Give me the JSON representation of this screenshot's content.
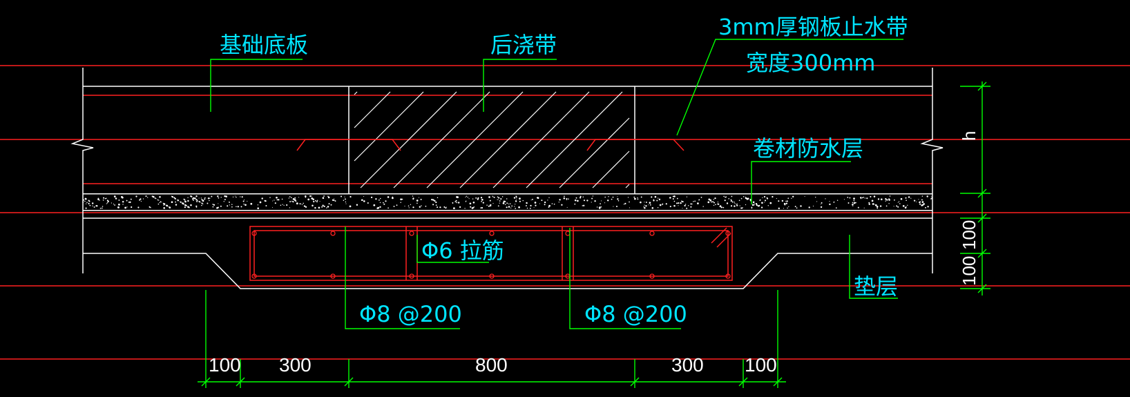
{
  "drawing": {
    "colors": {
      "background": "#000000",
      "outline": "#ffffff",
      "reinforcement": "#ff2020",
      "leader": "#00ff00",
      "label_text": "#00e5ff",
      "dimension": "#00ff00",
      "dimension_text": "#ffffff"
    },
    "labels": {
      "foundation_slab": "基础底板",
      "post_pour_strip": "后浇带",
      "steel_plate_line1": "3mm厚钢板止水带",
      "steel_plate_line2": "宽度300mm",
      "membrane": "卷材防水层",
      "tie_bar": "Φ6 拉筋",
      "rebar_left": "Φ8 @200",
      "rebar_right": "Φ8 @200",
      "cushion": "垫层"
    },
    "dimensions": {
      "horizontal": [
        "100",
        "300",
        "800",
        "300",
        "100"
      ],
      "vertical_h": "h",
      "vertical_100_upper": "100",
      "vertical_100_lower": "100"
    }
  }
}
